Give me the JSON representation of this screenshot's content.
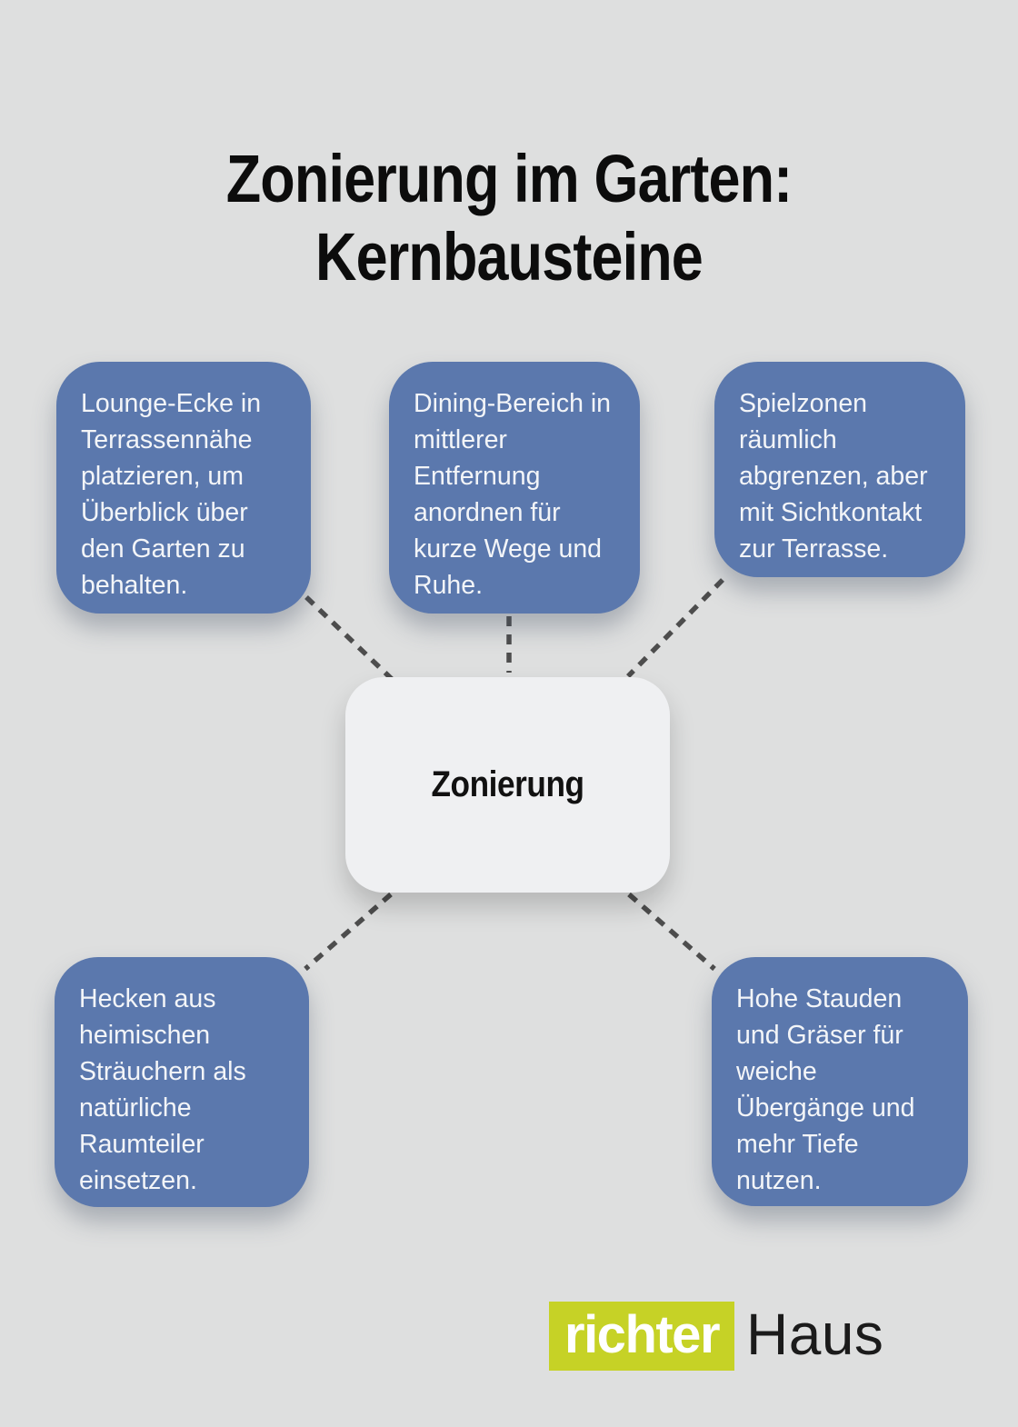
{
  "title": {
    "line1": "Zonierung im Garten:",
    "line2": "Kernbausteine"
  },
  "center_node": {
    "label": "Zonierung"
  },
  "nodes": [
    {
      "position": "top-left",
      "text": "Lounge-Ecke in\nTerrassennähe\nplatzieren, um\nÜberblick über\nden Garten zu\nbehalten."
    },
    {
      "position": "top-center",
      "text": "Dining-Bereich in\nmittlerer\nEntfernung\nanordnen für\nkurze Wege und\nRuhe."
    },
    {
      "position": "top-right",
      "text": "Spielzonen\nräumlich\nabgrenzen, aber\nmit Sichtkontakt\nzur Terrasse."
    },
    {
      "position": "bottom-left",
      "text": "Hecken aus\nheimischen\nSträuchern als\nnatürliche\nRaumteiler\neinsetzen."
    },
    {
      "position": "bottom-right",
      "text": "Hohe Stauden\nund Gräser für\nweiche\nÜbergänge und\nmehr Tiefe\nnutzen."
    }
  ],
  "logo": {
    "brand": "richter",
    "name": "Haus"
  },
  "colors": {
    "background": "#dedfdf",
    "node_blue": "#5b78ad",
    "node_text": "#f3f5f8",
    "center_bg": "#eff0f2",
    "center_text": "#111111",
    "title_text": "#0c0c0c",
    "connector_gray": "#4d4d4d",
    "logo_green": "#c6d226",
    "logo_brand_text": "#ffffff",
    "logo_name_text": "#1b1b1b"
  }
}
